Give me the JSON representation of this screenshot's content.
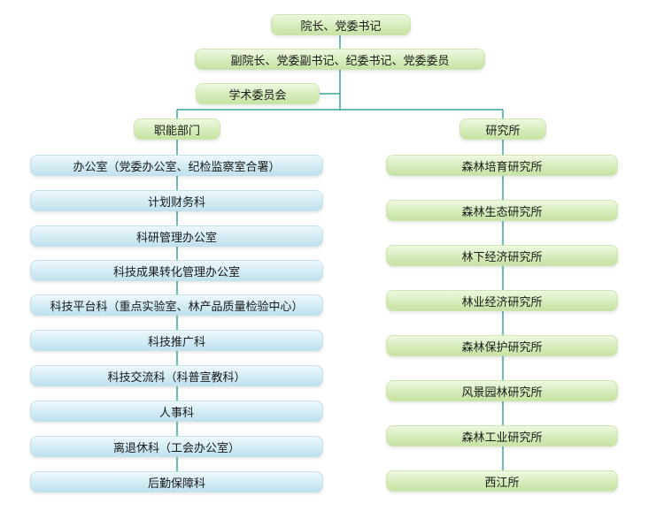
{
  "leadership": {
    "president": "院长、党委书记",
    "vice": "副院长、党委副书记、纪委书记、党委委员",
    "committee": "学术委员会"
  },
  "functional": {
    "title": "职能部门",
    "items": [
      "办公室（党委办公室、纪检监察室合署）",
      "计划财务科",
      "科研管理办公室",
      "科技成果转化管理办公室",
      "科技平台科（重点实验室、林产品质量检验中心）",
      "科技推广科",
      "科技交流科（科普宣教科）",
      "人事科",
      "离退休科（工会办公室）",
      "后勤保障科"
    ]
  },
  "institutes": {
    "title": "研究所",
    "items": [
      "森林培育研究所",
      "森林生态研究所",
      "林下经济研究所",
      "林业经济研究所",
      "森林保护研究所",
      "风景园林研究所",
      "森林工业研究所",
      "西江所"
    ]
  },
  "colors": {
    "line": "#3aa59e",
    "green_box": "#d6ecbb",
    "blue_box": "#d2ecf4"
  }
}
